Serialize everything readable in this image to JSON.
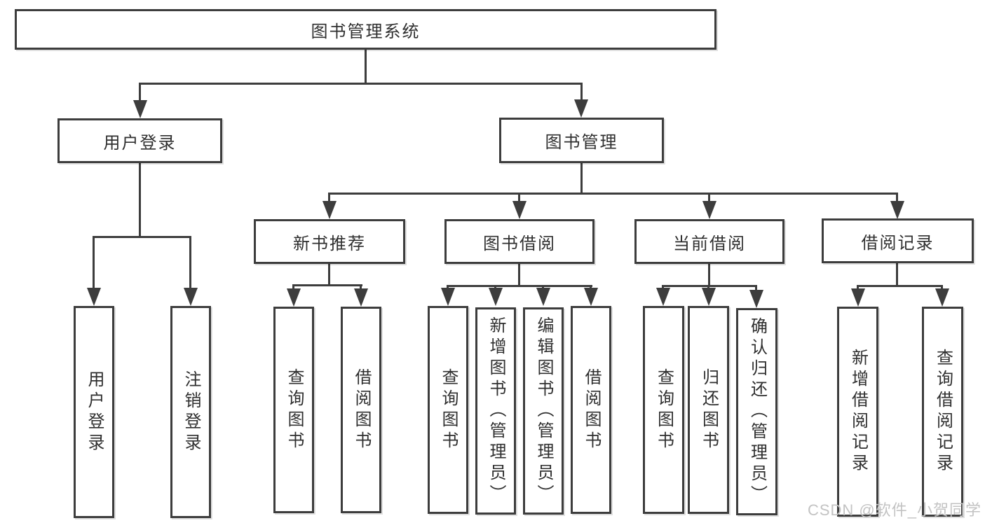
{
  "tree": {
    "label": "图书管理系统",
    "children": [
      {
        "label": "用户登录",
        "children": [
          {
            "label": "用户登录"
          },
          {
            "label": "注销登录"
          }
        ]
      },
      {
        "label": "图书管理",
        "children": [
          {
            "label": "新书推荐",
            "children": [
              {
                "label": "查询图书"
              },
              {
                "label": "借阅图书"
              }
            ]
          },
          {
            "label": "图书借阅",
            "children": [
              {
                "label": "查询图书"
              },
              {
                "label": "新增图书（管理员）"
              },
              {
                "label": "编辑图书（管理员）"
              },
              {
                "label": "借阅图书"
              }
            ]
          },
          {
            "label": "当前借阅",
            "children": [
              {
                "label": "查询图书"
              },
              {
                "label": "归还图书"
              },
              {
                "label": "确认归还（管理员）"
              }
            ]
          },
          {
            "label": "借阅记录",
            "children": [
              {
                "label": "新增借阅记录"
              },
              {
                "label": "查询借阅记录"
              }
            ]
          }
        ]
      }
    ]
  },
  "watermark": {
    "text": "CSDN @软件_小贺同学"
  },
  "colors": {
    "line": "#3d3d3d",
    "box_border": "#3d3d3d",
    "text": "#2f2f2f",
    "watermark": "#c3c3c3",
    "background": "#ffffff"
  }
}
